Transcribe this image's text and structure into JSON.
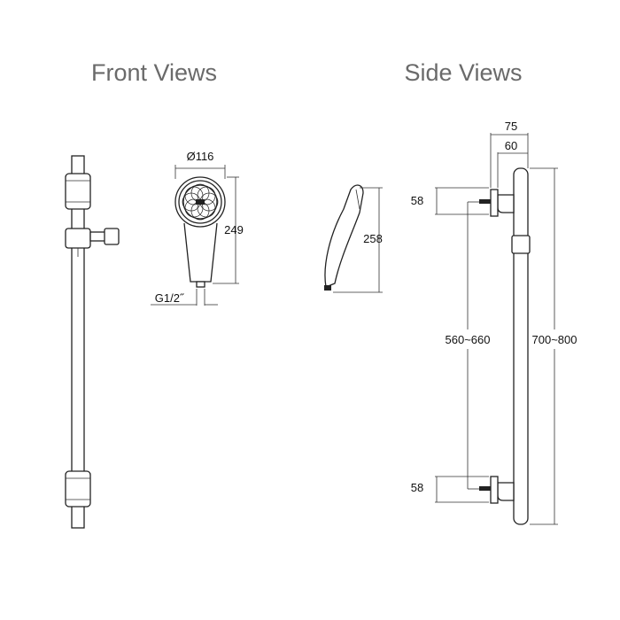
{
  "titles": {
    "front": "Front Views",
    "side": "Side Views"
  },
  "dimensions": {
    "head_diameter": "Ø116",
    "head_height": "249",
    "connector_thread": "G1/2˝",
    "handset_length": "258",
    "bar_depth_outer": "75",
    "bar_depth_inner": "60",
    "bracket_top": "58",
    "bracket_bottom": "58",
    "bracket_spacing": "560~660",
    "bar_length": "700~800"
  },
  "colors": {
    "line": "#222222",
    "title": "#6a6a6a",
    "background": "#ffffff"
  }
}
